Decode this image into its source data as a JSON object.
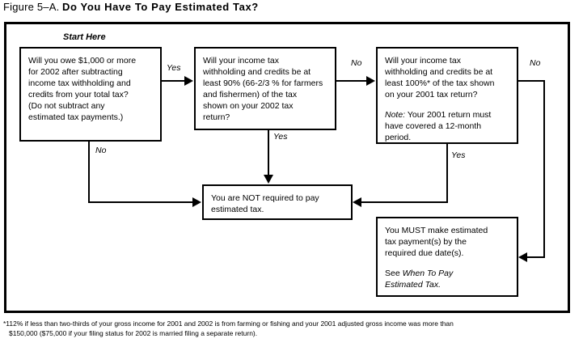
{
  "figure": {
    "label": "Figure 5–A.",
    "question": "Do You Have To Pay Estimated Tax?"
  },
  "start_label": "Start Here",
  "boxes": {
    "owe": {
      "name": "will-you-owe-1000",
      "lines": [
        "Will you owe $1,000 or more",
        "for 2002 after subtracting",
        "income tax withholding and",
        "credits from your total tax?",
        "(Do not subtract any",
        "estimated tax payments.)"
      ]
    },
    "pct90": {
      "name": "at-least-90-percent-2002",
      "lines": [
        "Will your income tax",
        "withholding and credits be at",
        "least 90% (66-2/3 % for farmers",
        "and fishermen) of the tax",
        "shown on your 2002 tax",
        "return?"
      ]
    },
    "pct100": {
      "name": "at-least-100-percent-2001",
      "lines": [
        "Will your income tax",
        "withholding and credits be at",
        "least 100%* of the tax shown",
        "on your 2001 tax return?"
      ],
      "note_label": "Note:",
      "note_lines": [
        " Your 2001 return must",
        "have covered a 12-month",
        "period."
      ]
    },
    "not_required": {
      "name": "not-required-to-pay",
      "lines": [
        "You are NOT required to pay",
        "estimated tax."
      ]
    },
    "must_pay": {
      "name": "must-make-estimated-payments",
      "lines": [
        "You MUST make estimated",
        "tax payment(s) by the",
        "required due date(s)."
      ],
      "see_prefix": "See ",
      "see_italic_lines": [
        "When To Pay",
        "Estimated Tax."
      ]
    }
  },
  "edge_labels": {
    "yes_1": "Yes",
    "no_1": "No",
    "yes_2": "Yes",
    "no_2": "No",
    "yes_3": "Yes",
    "no_3": "No"
  },
  "footnote": {
    "line1": "*112% if less than two-thirds of your gross income for 2001 and 2002 is from farming or fishing and your 2001 adjusted gross income was more than",
    "line2": "$150,000 ($75,000 if your filing status for 2002 is married filing a separate return)."
  },
  "colors": {
    "ink": "#000000",
    "paper": "#ffffff"
  }
}
